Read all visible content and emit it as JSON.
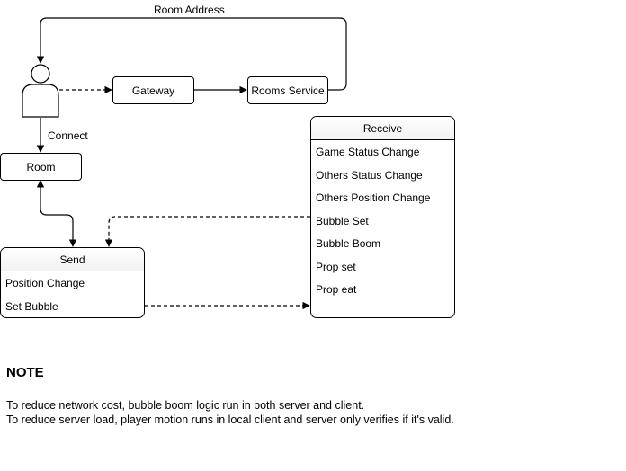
{
  "edge_labels": {
    "room_address": "Room Address",
    "connect": "Connect"
  },
  "nodes": {
    "gateway": "Gateway",
    "rooms_service": "Rooms Service",
    "room": "Room"
  },
  "receive": {
    "title": "Receive",
    "items": [
      "Game Status Change",
      "Others Status Change",
      "Others Position Change",
      "Bubble Set",
      "Bubble Boom",
      "Prop set",
      "Prop eat"
    ]
  },
  "send": {
    "title": "Send",
    "items": [
      "Position Change",
      "Set Bubble"
    ]
  },
  "note": {
    "title": "NOTE",
    "lines": [
      "To reduce network cost, bubble boom logic run in both server and client.",
      "To reduce server load, player motion runs in local client and server only verifies if it's valid."
    ]
  },
  "icons": {
    "actor": "user-actor-icon"
  }
}
